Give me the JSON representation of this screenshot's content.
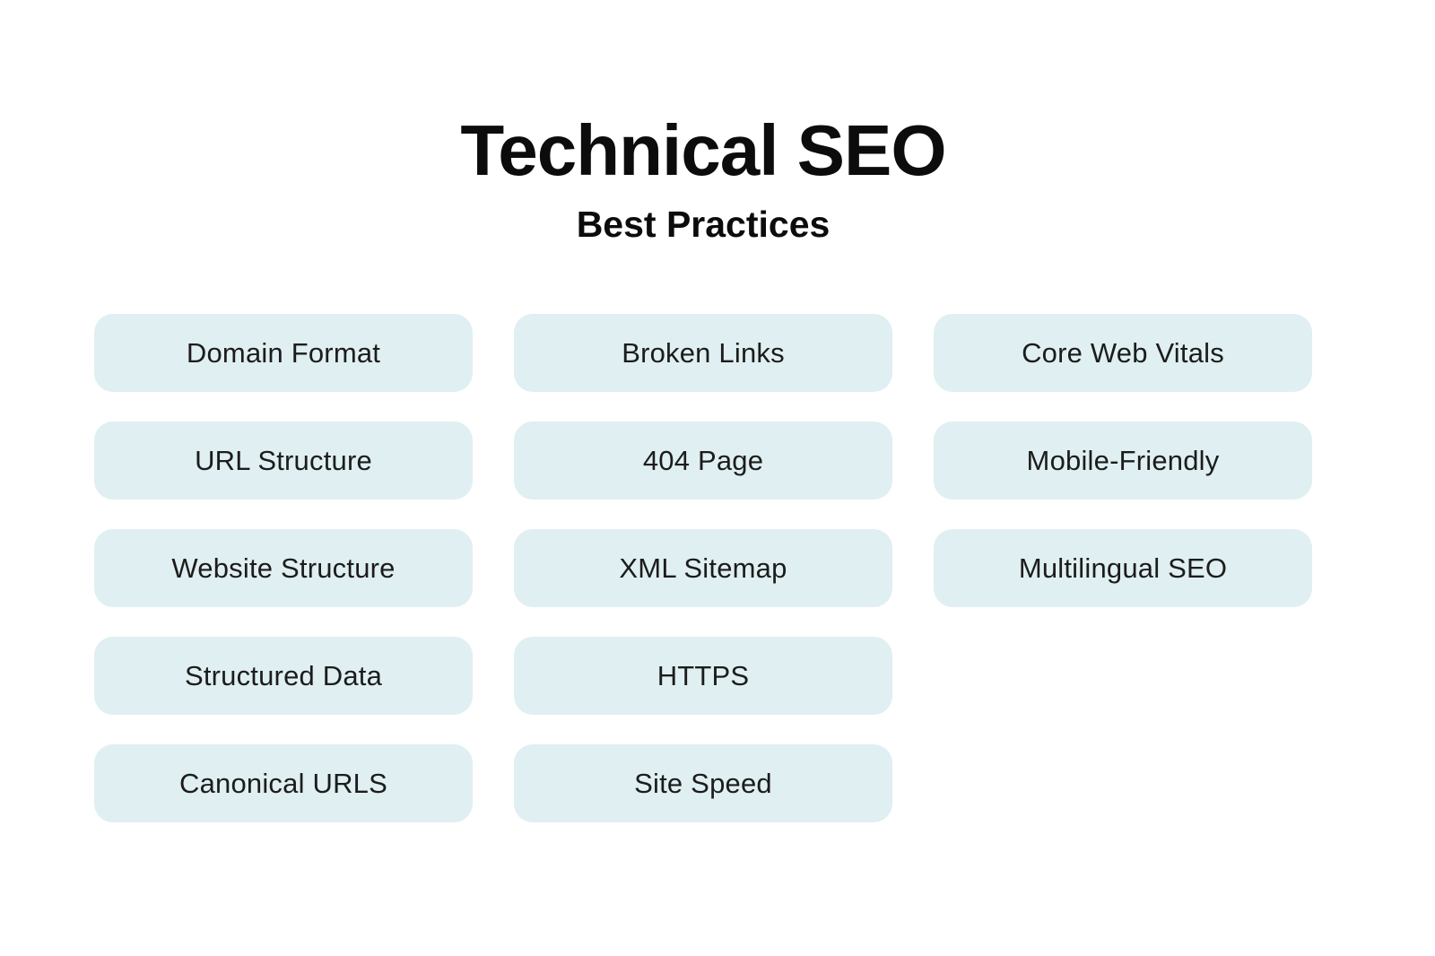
{
  "header": {
    "title": "Technical SEO",
    "subtitle": "Best Practices"
  },
  "colors": {
    "page_background": "#ffffff",
    "box_background": "#e0eff1",
    "box_text": "#1c1c1c",
    "title_text": "#0c0c0c"
  },
  "columns": [
    {
      "items": [
        "Domain Format",
        "URL Structure",
        "Website Structure",
        "Structured Data",
        "Canonical URLS"
      ]
    },
    {
      "items": [
        "Broken Links",
        "404 Page",
        "XML Sitemap",
        "HTTPS",
        "Site Speed"
      ]
    },
    {
      "items": [
        "Core Web Vitals",
        "Mobile-Friendly",
        "Multilingual SEO"
      ]
    }
  ]
}
